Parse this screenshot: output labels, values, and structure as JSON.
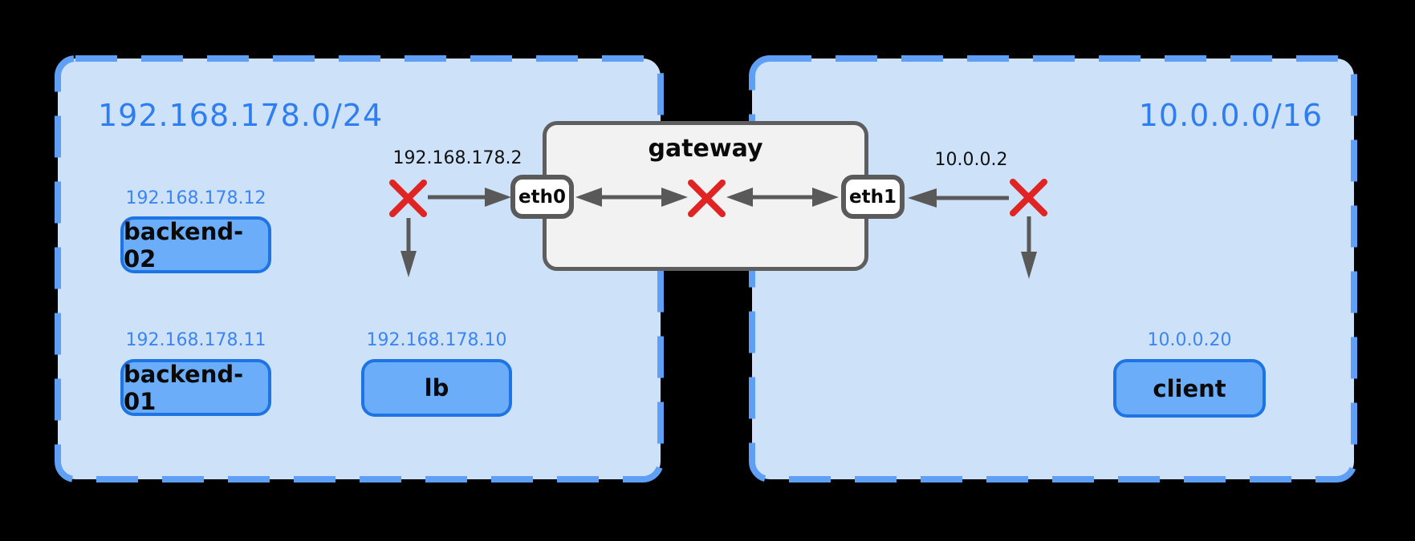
{
  "diagram": {
    "type": "network-topology",
    "subnets": [
      {
        "cidr": "192.168.178.0/24",
        "nodes": [
          {
            "name": "backend-02",
            "ip": "192.168.178.12"
          },
          {
            "name": "backend-01",
            "ip": "192.168.178.11"
          },
          {
            "name": "lb",
            "ip": "192.168.178.10"
          }
        ]
      },
      {
        "cidr": "10.0.0.0/16",
        "nodes": [
          {
            "name": "client",
            "ip": "10.0.0.20"
          }
        ]
      }
    ],
    "gateway": {
      "label": "gateway",
      "interfaces": [
        {
          "name": "eth0",
          "ip": "192.168.178.2"
        },
        {
          "name": "eth1",
          "ip": "10.0.0.2"
        }
      ]
    },
    "blocked_marks": [
      "link-subnet-to-eth0-blocked",
      "gateway-forwarding-blocked",
      "link-subnet-to-eth1-blocked"
    ],
    "colors": {
      "background": "#000000",
      "subnet_fill": "#cde2f9",
      "subnet_border": "#5f9ff5",
      "subnet_title": "#2e7ef0",
      "node_fill": "#6badf9",
      "node_border": "#1f74e4",
      "ip_label": "#3c85f1",
      "gateway_fill": "#f2f2f2",
      "gateway_border": "#5e5e5e",
      "arrow": "#595959",
      "blocked_x": "#e02424"
    }
  }
}
